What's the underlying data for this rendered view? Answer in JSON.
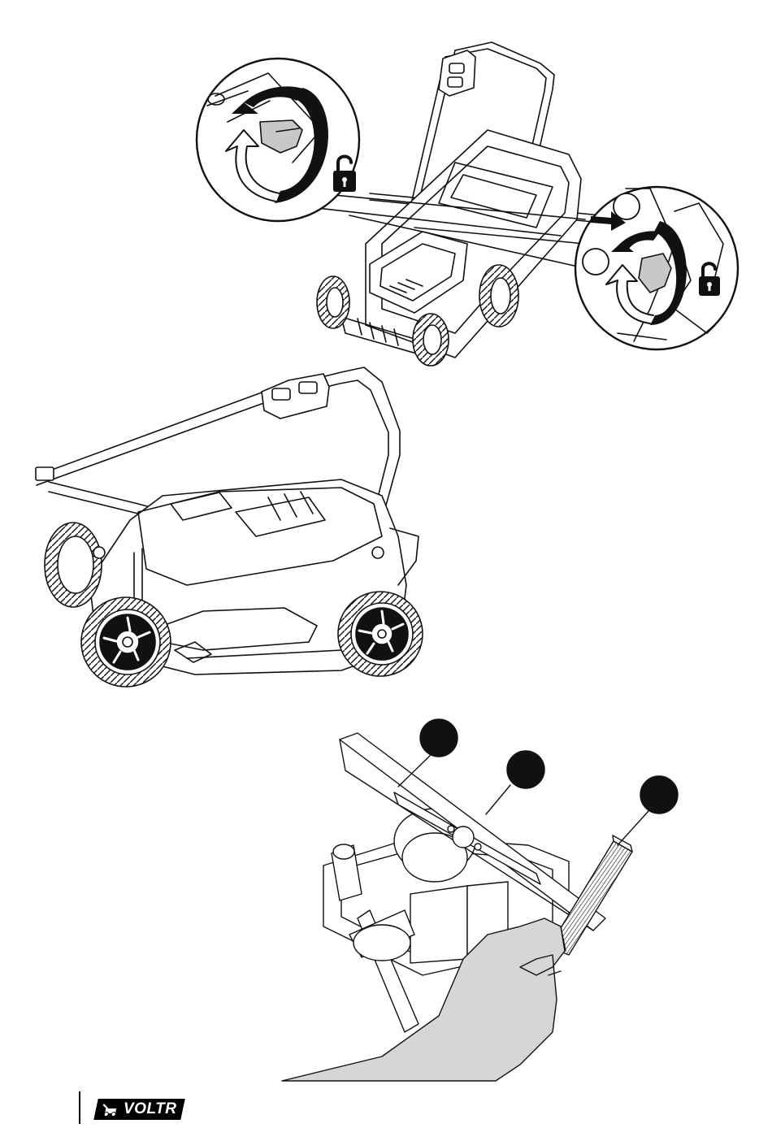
{
  "page": {
    "background": "#ffffff",
    "ink": "#111111",
    "shade": "#d6d6d6"
  },
  "figures": [
    {
      "id": "unlock-handle",
      "icons": [
        "rotate-arrow-icon",
        "unlock-icon"
      ],
      "callout_numbers": [
        "",
        ""
      ]
    },
    {
      "id": "folded-mower"
    },
    {
      "id": "blade-sharpening",
      "callout_numbers": [
        "",
        "",
        ""
      ]
    }
  ],
  "footer": {
    "brand": "VOLTR",
    "logo_icon": "mower-logo-icon"
  }
}
